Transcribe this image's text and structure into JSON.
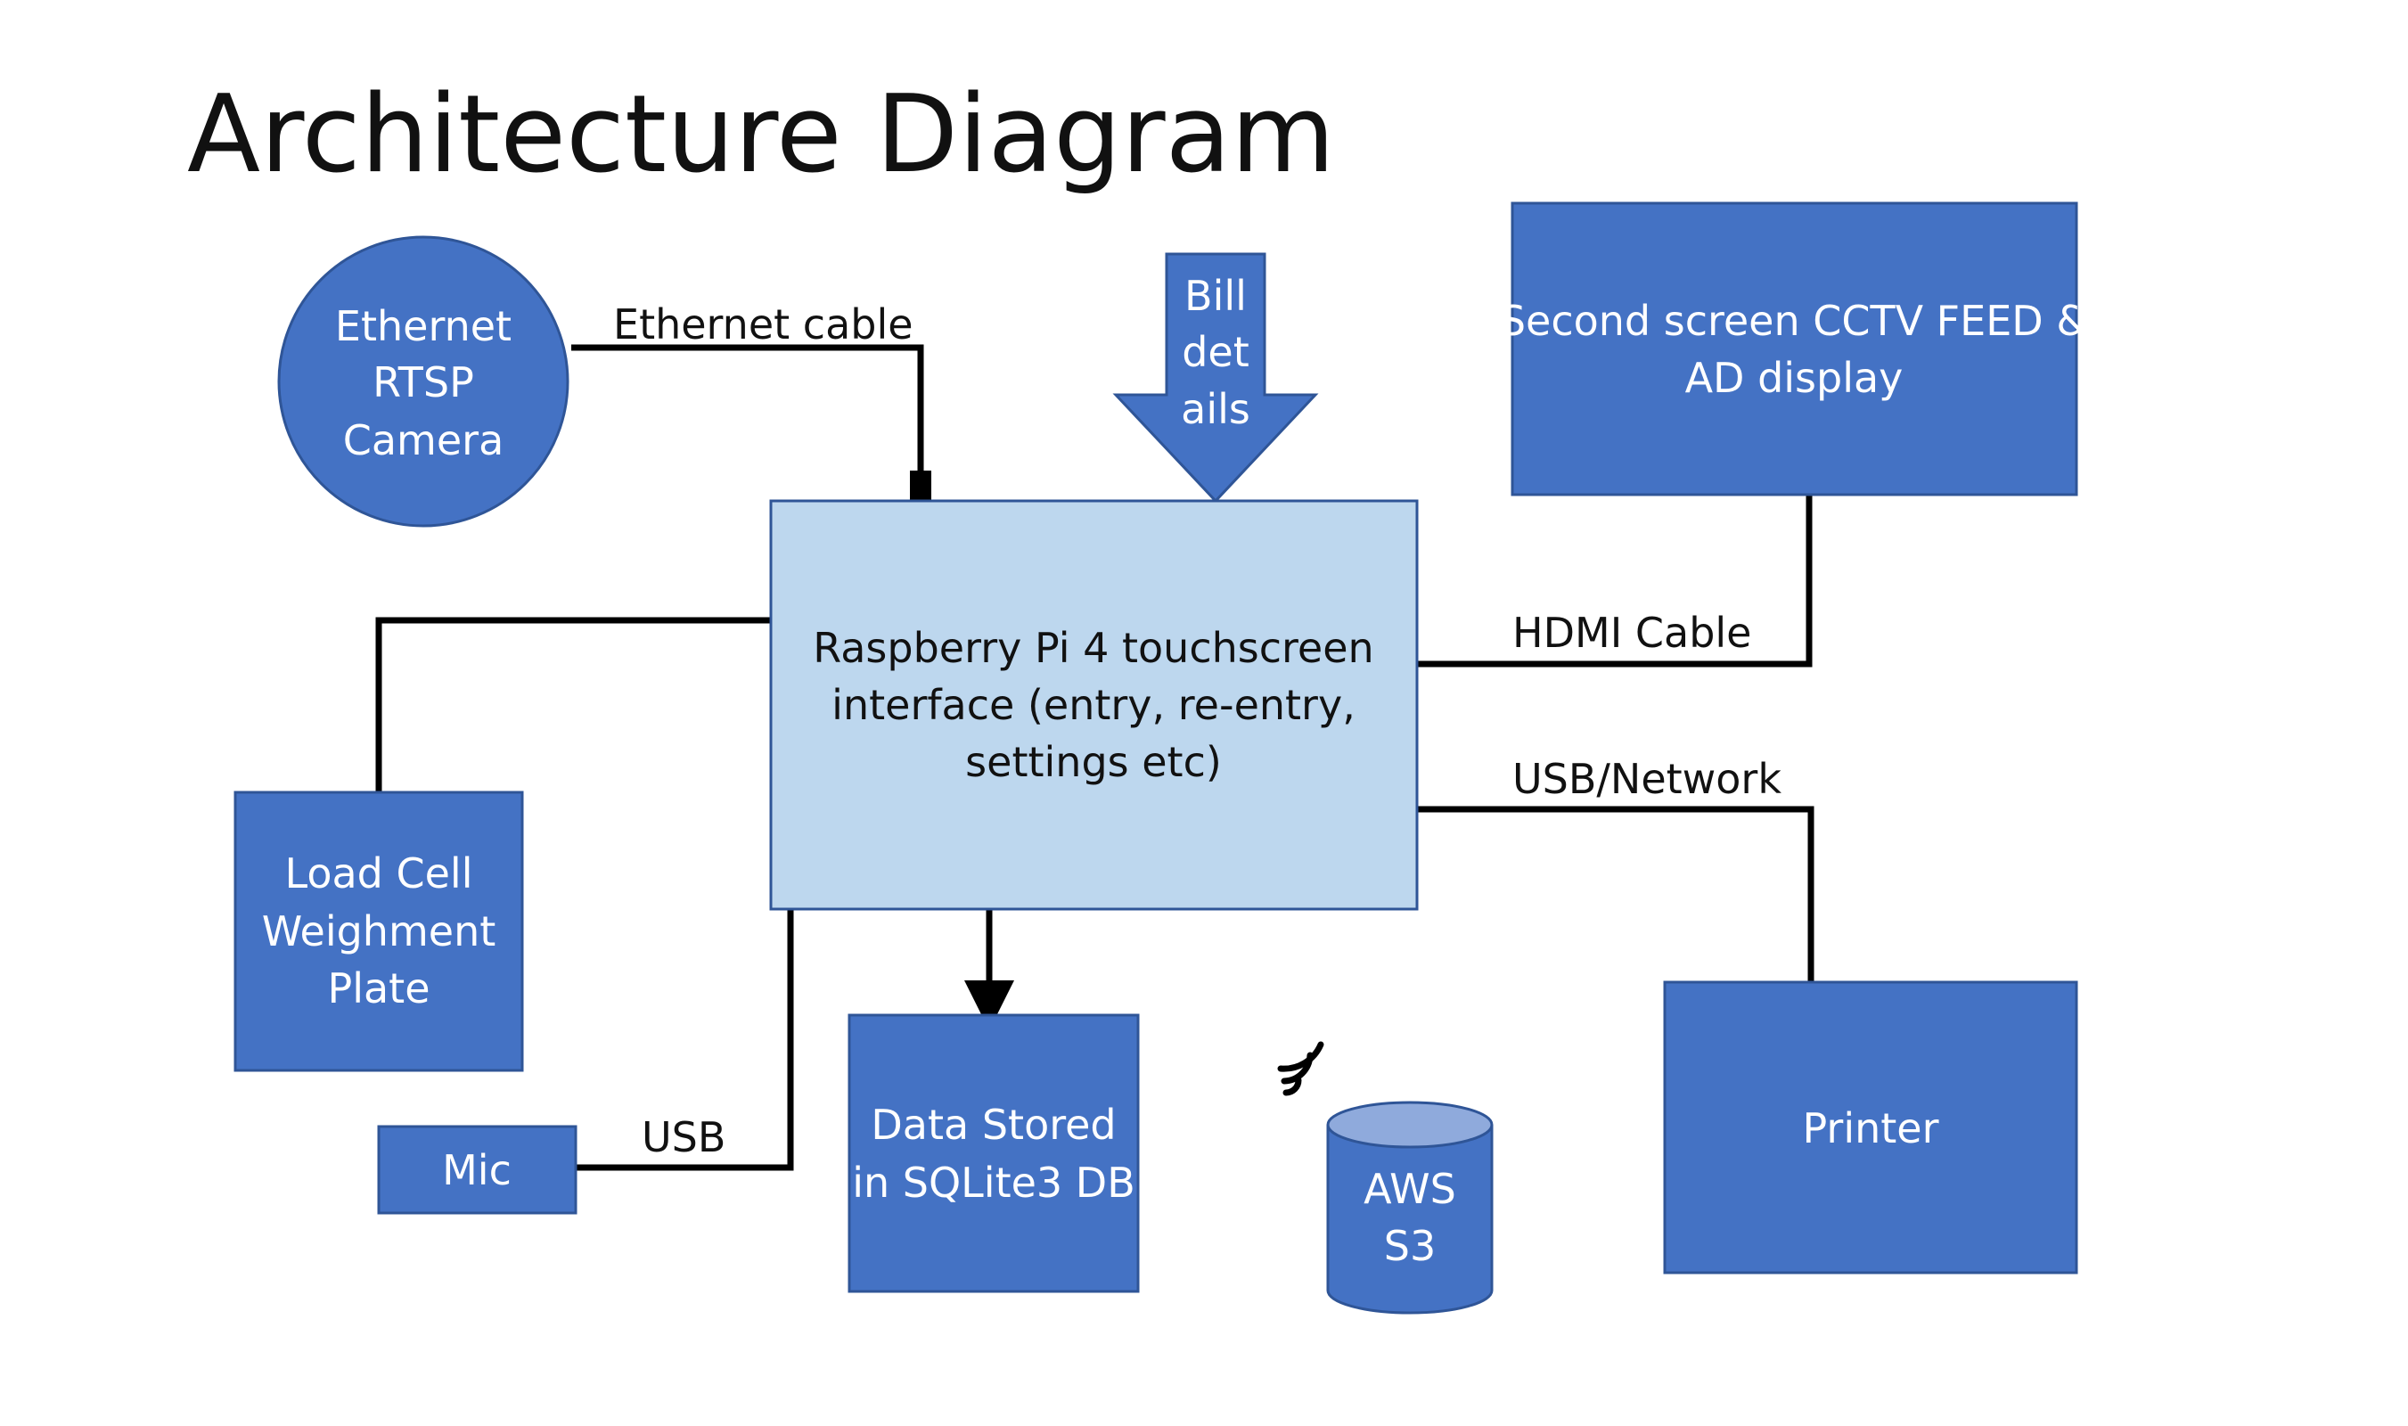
{
  "title": "Architecture Diagram",
  "nodes": {
    "camera": {
      "lines": [
        "Ethernet",
        "RTSP",
        "Camera"
      ]
    },
    "bill_details": {
      "lines": [
        "Bill",
        "det",
        "ails"
      ]
    },
    "second_screen": {
      "lines": [
        "Second screen CCTV FEED &",
        "AD display"
      ]
    },
    "raspberry_pi": {
      "lines": [
        "Raspberry Pi 4 touchscreen",
        "interface (entry, re-entry,",
        "settings etc)"
      ]
    },
    "load_cell": {
      "lines": [
        "Load Cell",
        "Weighment",
        "Plate"
      ]
    },
    "mic": {
      "lines": [
        "Mic"
      ]
    },
    "sqlite_db": {
      "lines": [
        "Data Stored",
        "in SQLite3 DB"
      ]
    },
    "aws_s3": {
      "lines": [
        "AWS",
        "S3"
      ]
    },
    "printer": {
      "lines": [
        "Printer"
      ]
    }
  },
  "edges": {
    "ethernet": {
      "label": "Ethernet cable"
    },
    "hdmi": {
      "label": "HDMI Cable"
    },
    "usb_network": {
      "label": "USB/Network"
    },
    "usb_mic": {
      "label": "USB"
    }
  },
  "icons": {
    "wireless": "wifi-signal-icon"
  },
  "colors": {
    "dark_box": "#4472c4",
    "light_box": "#bdd7ee",
    "border": "#2f5597",
    "line": "#000000"
  }
}
